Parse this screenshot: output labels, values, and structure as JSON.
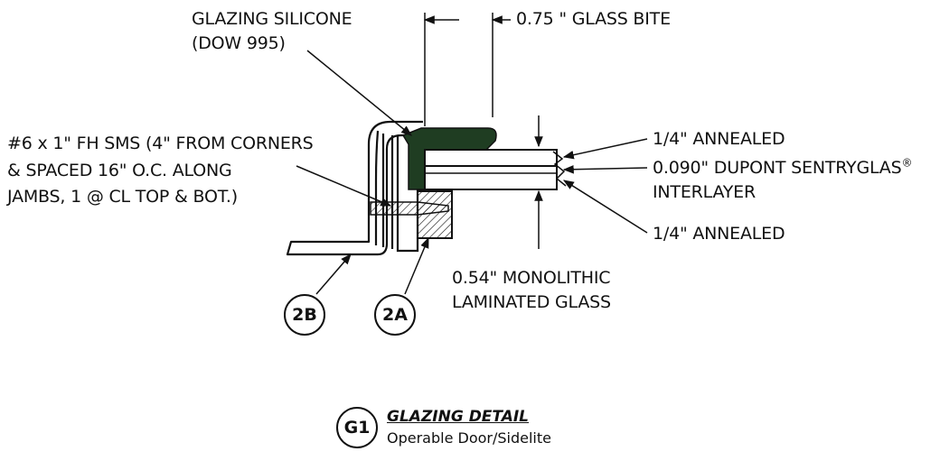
{
  "labels": {
    "silicone_1": "GLAZING SILICONE",
    "silicone_2": "(DOW 995)",
    "bite": "0.75 \" GLASS BITE",
    "screw_1": "#6 x 1\" FH SMS (4\" FROM CORNERS",
    "screw_2": "& SPACED 16\" O.C. ALONG",
    "screw_3": "JAMBS, 1 @ CL TOP & BOT.)",
    "pane_top": "1/4\" ANNEALED",
    "interlayer_1": "0.090\" DUPONT SENTRYGLAS",
    "interlayer_sup": "®",
    "interlayer_2": "INTERLAYER",
    "pane_bottom": "1/4\" ANNEALED",
    "glass_1": "0.54\" MONOLITHIC",
    "glass_2": "LAMINATED GLASS"
  },
  "callouts": {
    "tag_2b": "2B",
    "tag_2a": "2A"
  },
  "title": {
    "tag": "G1",
    "main": "GLAZING DETAIL",
    "sub": "Operable Door/Sidelite"
  },
  "colors": {
    "line": "#111111",
    "silicone": "#1f3d22"
  }
}
